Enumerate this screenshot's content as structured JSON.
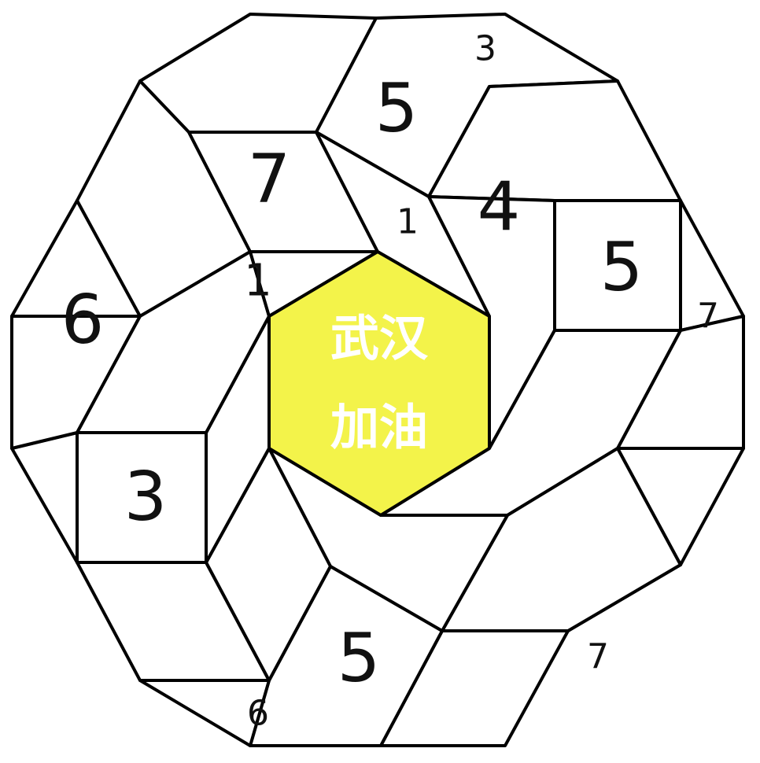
{
  "puzzle": {
    "center_text_lines": [
      "武汉",
      "加油"
    ],
    "center_color": "#f3f34a",
    "center_text_color": "#ffffff",
    "cell_color": "#ffffff",
    "line_color": "#000000",
    "clues": [
      {
        "id": "c1",
        "value": "3"
      },
      {
        "id": "c2",
        "value": "5"
      },
      {
        "id": "c3",
        "value": "7"
      },
      {
        "id": "c4",
        "value": "1"
      },
      {
        "id": "c5",
        "value": "4"
      },
      {
        "id": "c6",
        "value": "5"
      },
      {
        "id": "c7",
        "value": "7"
      },
      {
        "id": "c8",
        "value": "1"
      },
      {
        "id": "c9",
        "value": "6"
      },
      {
        "id": "c10",
        "value": "3"
      },
      {
        "id": "c11",
        "value": "5"
      },
      {
        "id": "c12",
        "value": "7"
      },
      {
        "id": "c13",
        "value": "6"
      }
    ]
  }
}
